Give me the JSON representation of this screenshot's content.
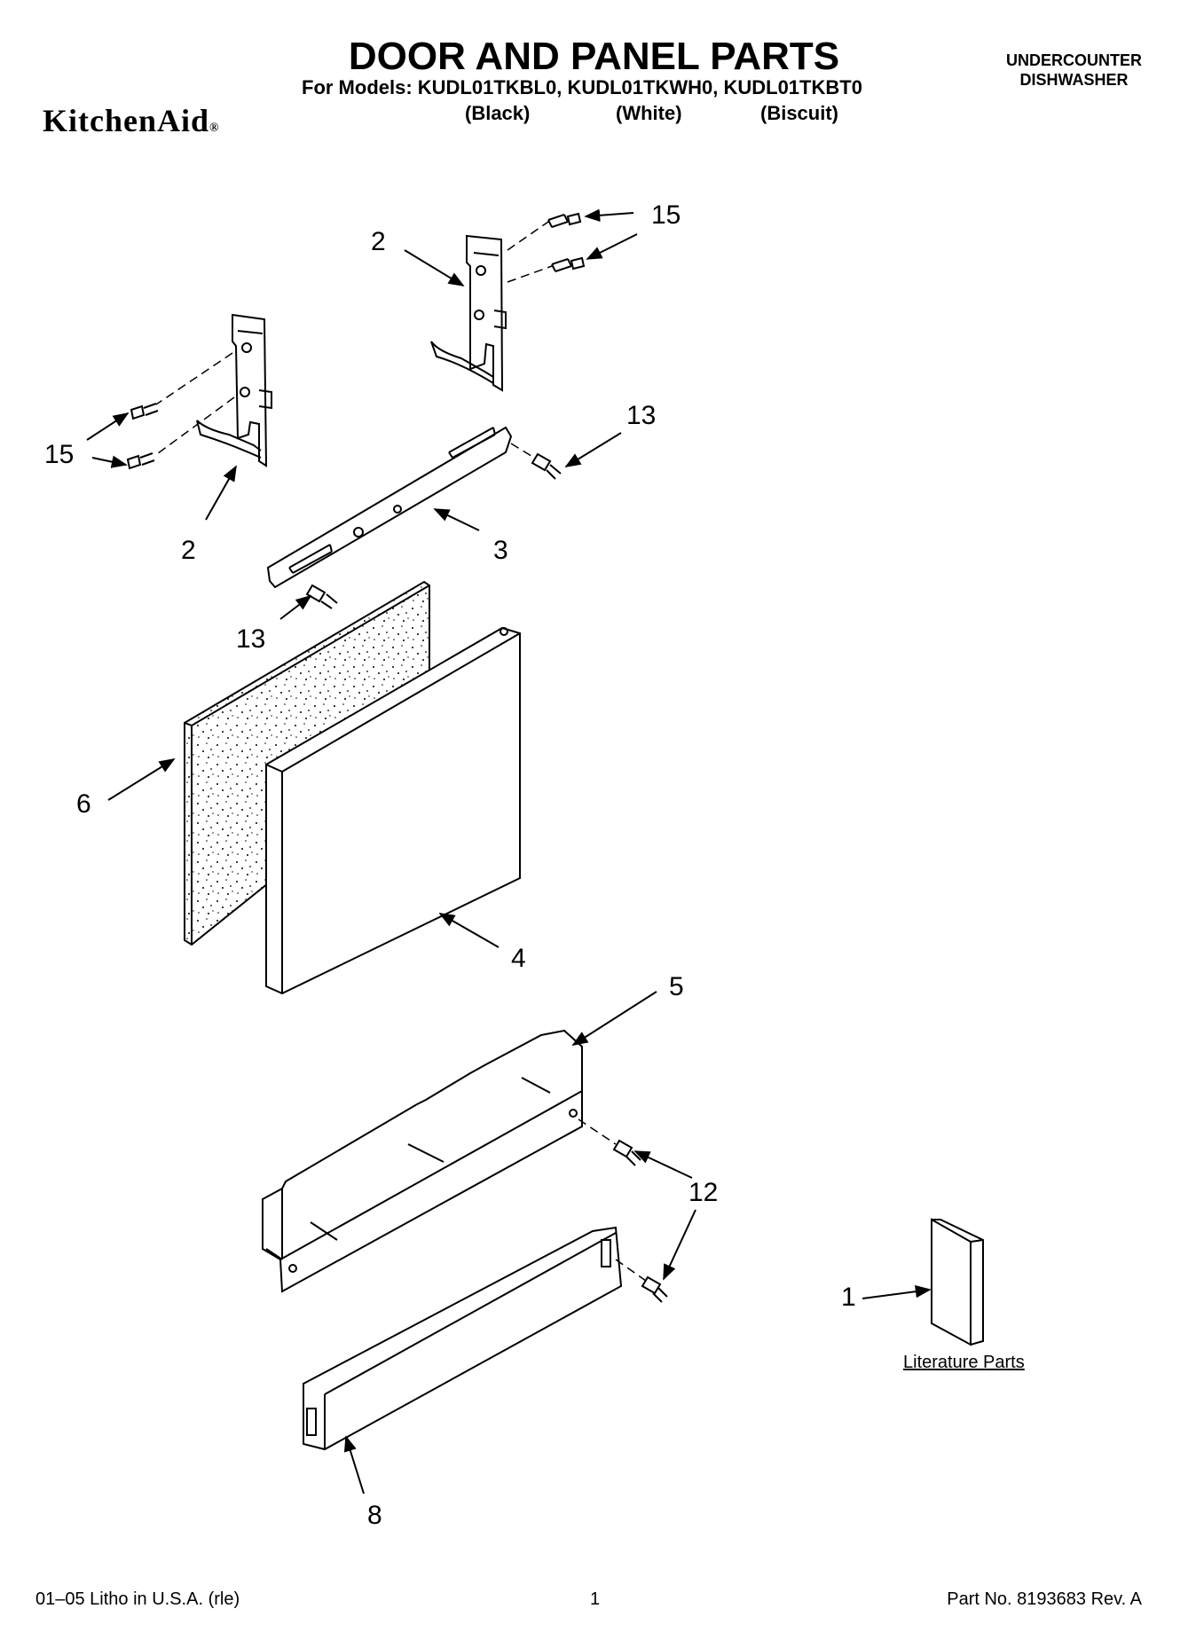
{
  "header": {
    "brand": "KitchenAid",
    "brand_mark": "®",
    "title": "DOOR AND PANEL PARTS",
    "models_line": "For Models: KUDL01TKBL0, KUDL01TKWH0, KUDL01TKBT0",
    "variants": [
      "(Black)",
      "(White)",
      "(Biscuit)"
    ],
    "product_line1": "UNDERCOUNTER",
    "product_line2": "DISHWASHER"
  },
  "callouts": {
    "c15a": "15",
    "c2a": "2",
    "c15b": "15",
    "c2b": "2",
    "c13a": "13",
    "c3": "3",
    "c13b": "13",
    "c6": "6",
    "c4": "4",
    "c5": "5",
    "c12": "12",
    "c1": "1",
    "c8": "8"
  },
  "literature_label": "Literature Parts",
  "footer": {
    "left": "01–05 Litho in U.S.A. (rle)",
    "center": "1",
    "right": "Part No. 8193683 Rev. A"
  }
}
